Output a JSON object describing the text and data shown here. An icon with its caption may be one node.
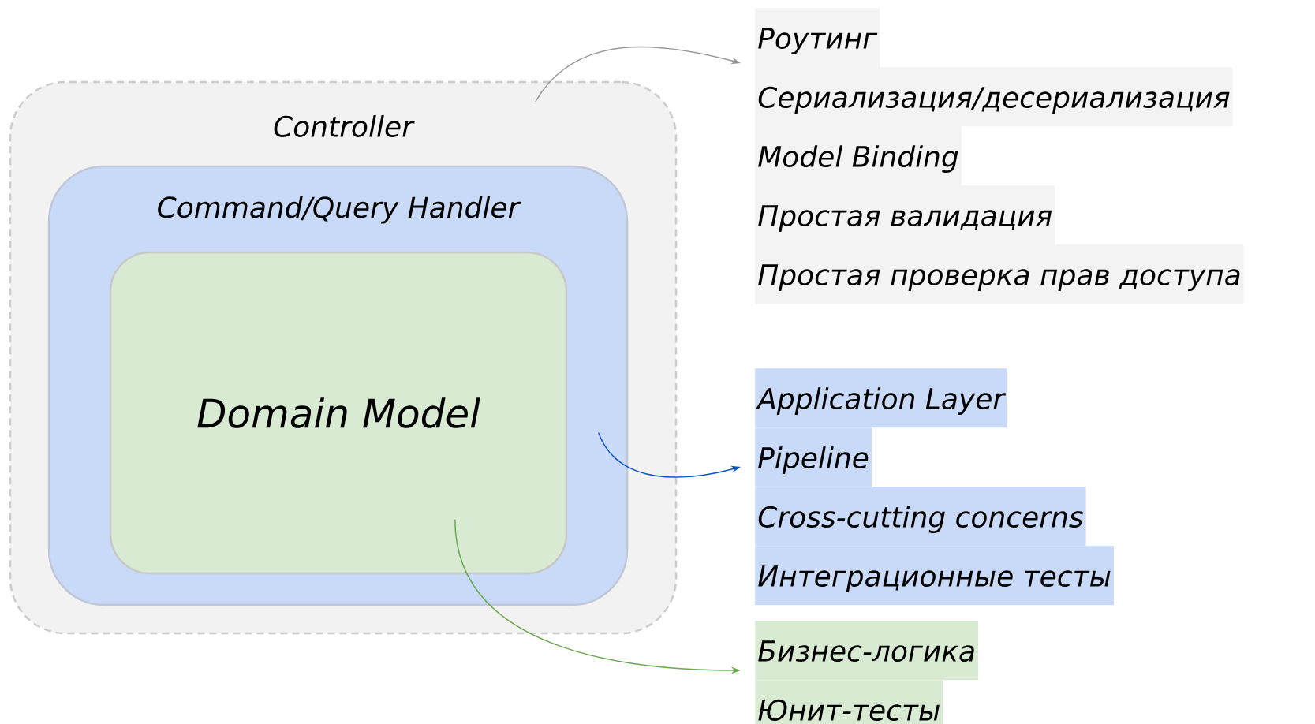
{
  "diagram": {
    "nodes": [
      {
        "text": [
          "Controller"
        ]
      },
      {
        "text": [
          "Command/Query Handler"
        ],
        "in": 0
      },
      {
        "text": [
          "Domain Model"
        ],
        "in": 1
      },
      {
        "text": [
          "Роутинг",
          "Сериализация/десериализация",
          "Model Binding",
          "Простая валидация",
          "Простая проверка прав доступа"
        ]
      },
      {
        "text": [
          "Application Layer",
          "Pipeline",
          "Cross-cutting concerns",
          "Интеграционные тесты"
        ]
      },
      {
        "text": [
          "Бизнес-логика",
          "Юнит-тесты"
        ]
      }
    ],
    "edges": [
      {
        "from": 0,
        "to": 3,
        "arrow": "to",
        "color": "#999999"
      },
      {
        "from": 1,
        "to": 4,
        "arrow": "to",
        "color": "#1155cc"
      },
      {
        "from": 2,
        "to": 5,
        "arrow": "to",
        "color": "#6aa84f"
      }
    ]
  }
}
